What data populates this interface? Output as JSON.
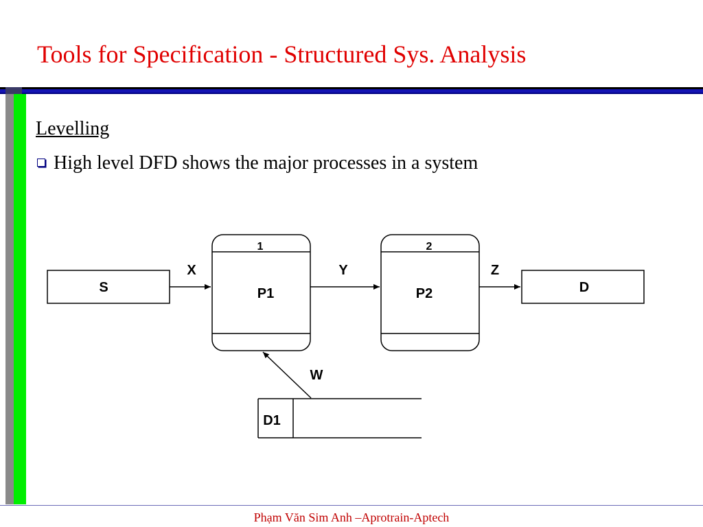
{
  "slide": {
    "title": "Tools for Specification - Structured Sys. Analysis",
    "section_heading": "Levelling",
    "bullet": "High level DFD shows the major processes in a system",
    "footer": "Phạm Văn Sim Anh –Aprotrain-Aptech"
  },
  "diagram": {
    "entities": {
      "source": "S",
      "destination": "D"
    },
    "processes": [
      {
        "number": "1",
        "name": "P1"
      },
      {
        "number": "2",
        "name": "P2"
      }
    ],
    "datastore": {
      "id": "D1",
      "name": ""
    },
    "flows": {
      "x": "X",
      "y": "Y",
      "z": "Z",
      "w": "W"
    }
  },
  "colors": {
    "title": "#e00000",
    "footer": "#c00000",
    "accent_green": "#00ee00",
    "accent_blue": "#1414b4"
  }
}
